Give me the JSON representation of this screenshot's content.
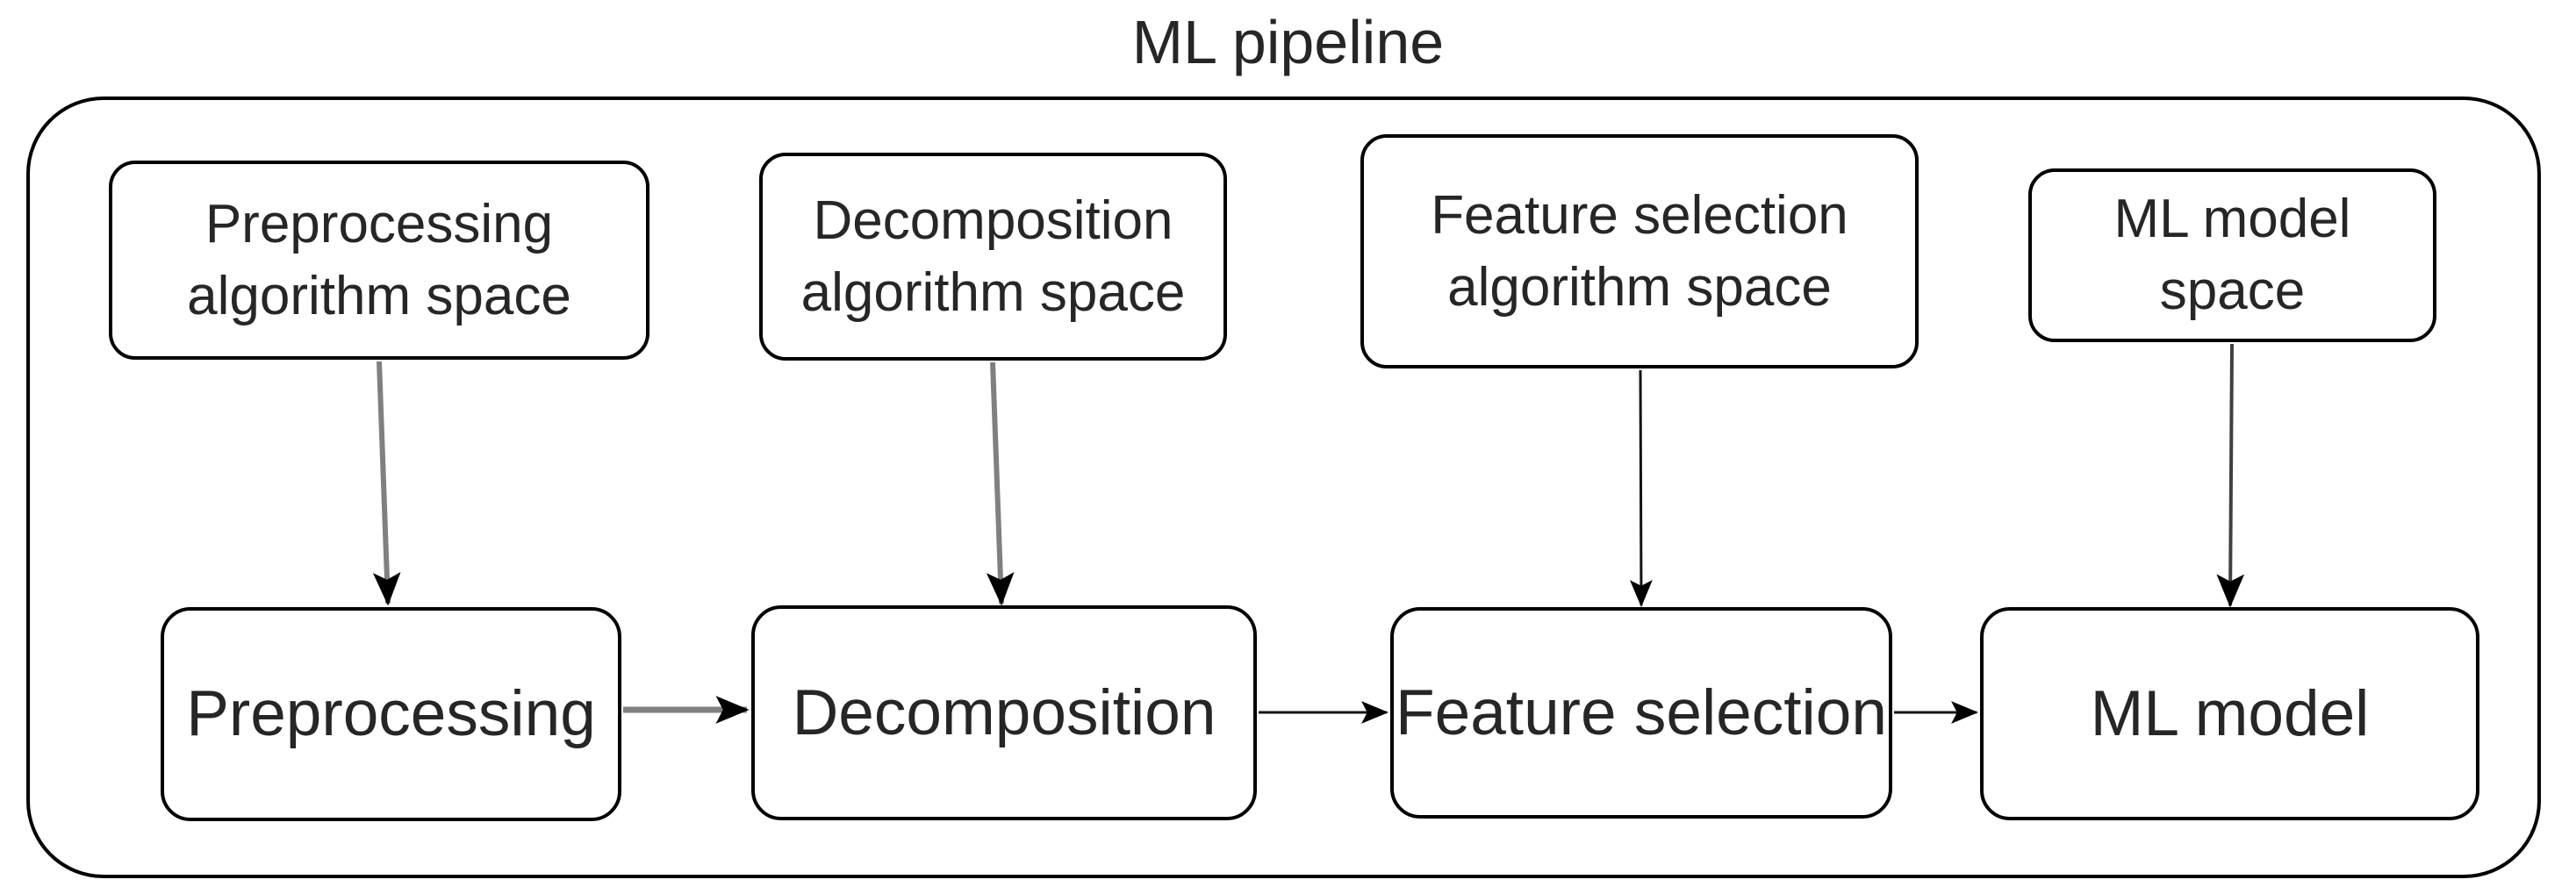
{
  "diagram": {
    "title": "ML pipeline",
    "nodes": [
      {
        "id": "preprocessing-space",
        "label": "Preprocessing\nalgorithm space",
        "row": "top"
      },
      {
        "id": "decomposition-space",
        "label": "Decomposition\nalgorithm space",
        "row": "top"
      },
      {
        "id": "feature-selection-space",
        "label": "Feature selection\nalgorithm space",
        "row": "top"
      },
      {
        "id": "ml-model-space",
        "label": "ML model\nspace",
        "row": "top"
      },
      {
        "id": "preprocessing",
        "label": "Preprocessing",
        "row": "bottom"
      },
      {
        "id": "decomposition",
        "label": "Decomposition",
        "row": "bottom"
      },
      {
        "id": "feature-selection",
        "label": "Feature selection",
        "row": "bottom"
      },
      {
        "id": "ml-model",
        "label": "ML model",
        "row": "bottom"
      }
    ],
    "edges": [
      {
        "from": "preprocessing-space",
        "to": "preprocessing",
        "style": "gray"
      },
      {
        "from": "decomposition-space",
        "to": "decomposition",
        "style": "gray"
      },
      {
        "from": "feature-selection-space",
        "to": "feature-selection",
        "style": "black"
      },
      {
        "from": "ml-model-space",
        "to": "ml-model",
        "style": "dark"
      },
      {
        "from": "preprocessing",
        "to": "decomposition",
        "style": "gray"
      },
      {
        "from": "decomposition",
        "to": "feature-selection",
        "style": "black"
      },
      {
        "from": "feature-selection",
        "to": "ml-model",
        "style": "black"
      }
    ],
    "colors": {
      "background": "#ffffff",
      "box_border": "#000000",
      "text": "#262626",
      "arrow_gray": "#808080",
      "arrow_dark": "#404040",
      "arrow_black": "#141414",
      "arrowhead": "#000000"
    }
  }
}
